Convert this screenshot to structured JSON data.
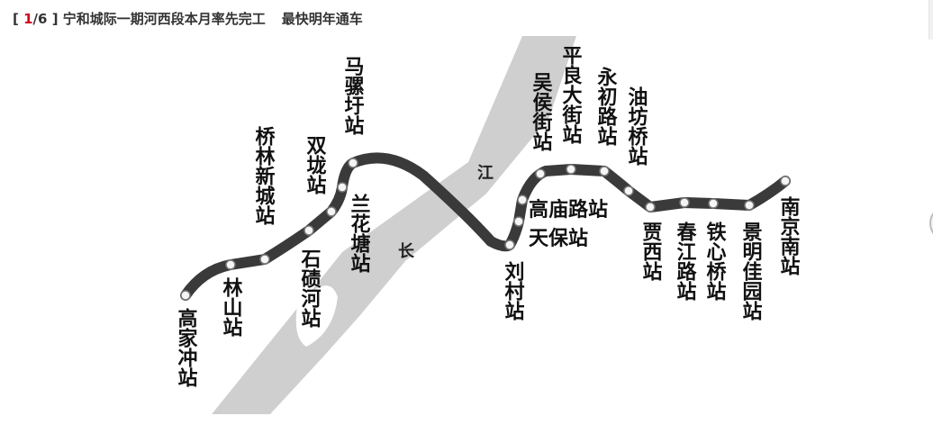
{
  "caption": {
    "open_bracket": "[",
    "current": "1",
    "total_sep": "/6",
    "close_bracket": "]",
    "title": "宁和城际一期河西段本月率先完工",
    "subtitle": "最快明年通车"
  },
  "map": {
    "river_labels": {
      "chang": "长",
      "jiang": "江"
    },
    "stations": [
      {
        "name": "高家冲站"
      },
      {
        "name": "林山站"
      },
      {
        "name": "桥林新城站"
      },
      {
        "name": "石碛河站"
      },
      {
        "name": "双垅站"
      },
      {
        "name": "兰花塘站"
      },
      {
        "name": "马骡圩站"
      },
      {
        "name": "刘村站"
      },
      {
        "name": "天保站"
      },
      {
        "name": "高庙路站"
      },
      {
        "name": "吴侯街站"
      },
      {
        "name": "平良大街站"
      },
      {
        "name": "永初路站"
      },
      {
        "name": "油坊桥站"
      },
      {
        "name": "贾西站"
      },
      {
        "name": "春江路站"
      },
      {
        "name": "铁心桥站"
      },
      {
        "name": "景明佳园站"
      },
      {
        "name": "南京南站"
      }
    ],
    "colors": {
      "line": "#3a3a3a",
      "river": "#cfcfcf",
      "station_fill": "#f5f5f5"
    }
  },
  "controls": {
    "next_icon": "next-arrow-icon"
  }
}
